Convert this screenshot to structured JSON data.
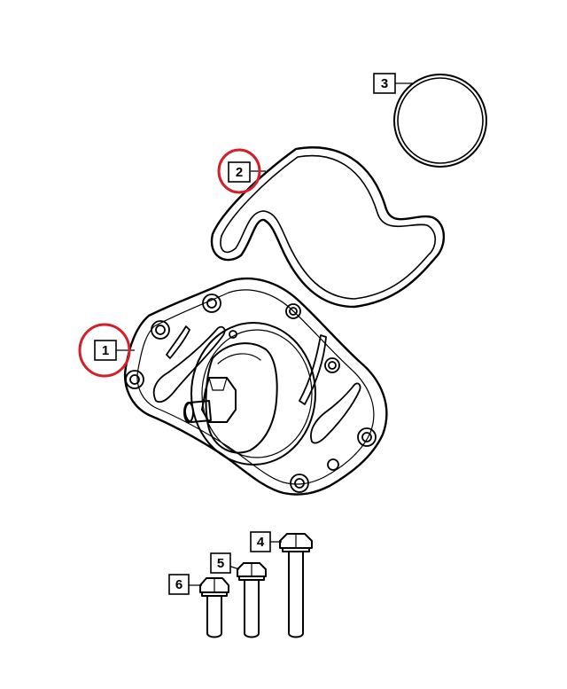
{
  "diagram": {
    "callouts": [
      {
        "id": "1",
        "label": "1",
        "highlighted": true
      },
      {
        "id": "2",
        "label": "2",
        "highlighted": true
      },
      {
        "id": "3",
        "label": "3",
        "highlighted": false
      },
      {
        "id": "4",
        "label": "4",
        "highlighted": false
      },
      {
        "id": "5",
        "label": "5",
        "highlighted": false
      },
      {
        "id": "6",
        "label": "6",
        "highlighted": false
      }
    ],
    "highlight_color": "#d0202a",
    "line_color": "#000000"
  }
}
